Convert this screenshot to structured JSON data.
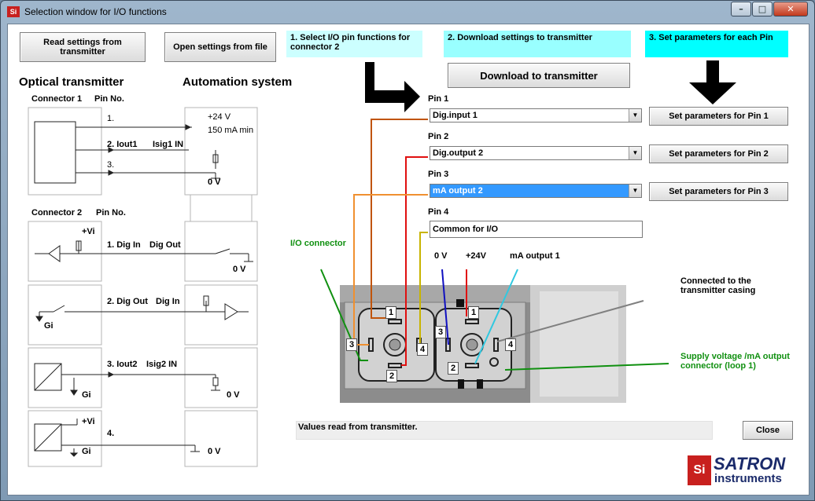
{
  "window": {
    "title": "Selection window for I/O functions",
    "icon_text": "Si"
  },
  "caption": {
    "minimize": "–",
    "maximize": "□",
    "close": "✕"
  },
  "buttons": {
    "read_settings": "Read settings from transmitter",
    "open_settings": "Open settings from file",
    "download": "Download to transmitter",
    "set_pin1": "Set parameters for Pin 1",
    "set_pin2": "Set parameters for Pin 2",
    "set_pin3": "Set parameters for Pin 3",
    "close": "Close"
  },
  "steps": {
    "step1": "1. Select I/O pin functions for connector 2",
    "step2": "2. Download settings to transmitter",
    "step3": "3. Set parameters for each Pin"
  },
  "step_colors": {
    "step1": "#ccffff",
    "step2": "#99ffff",
    "step3": "#00ffff"
  },
  "headings": {
    "optical": "Optical transmitter",
    "automation": "Automation system"
  },
  "pins": [
    {
      "label": "Pin 1",
      "value": "Dig.input 1"
    },
    {
      "label": "Pin 2",
      "value": "Dig.output 2"
    },
    {
      "label": "Pin 3",
      "value": "mA output 2"
    },
    {
      "label": "Pin 4",
      "value": "Common for I/O"
    }
  ],
  "wire_colors": {
    "pin1": "#c0540a",
    "pin2": "#e01010",
    "pin3": "#f09030",
    "pin4": "#c8b400",
    "zero": "#1010c0",
    "plus": "#e01010",
    "ma": "#30c8e0",
    "io": "#109010",
    "casing": "#808080"
  },
  "diagram": {
    "connector1": "Connector 1",
    "pin_no": "Pin No.",
    "connector2": "Connector 2",
    "c1": [
      "1.",
      "2. Iout1",
      "3."
    ],
    "isig1": "Isig1 IN",
    "plus24": "+24 V",
    "ma_min": "150 mA min",
    "zero_v": "0 V",
    "dig_in": "1. Dig In",
    "dig_out": "Dig Out",
    "dig_out2": "2. Dig Out",
    "dig_in2": "Dig In",
    "iout2": "3. Iout2",
    "isig2": "Isig2 IN",
    "pin4": "4.",
    "plus_vi": "+Vi",
    "gi": "Gi"
  },
  "connector_labels": {
    "io": "I/O connector",
    "zero": "0 V",
    "plus24": "+24V",
    "ma1": "mA output 1",
    "casing": "Connected to the transmitter casing",
    "supply": "Supply voltage /mA output connector (loop 1)"
  },
  "pin_numbers": [
    "1",
    "2",
    "3",
    "4"
  ],
  "status": "Values read from transmitter.",
  "logo": {
    "mark": "Si",
    "name": "SATRON",
    "sub": "instruments"
  }
}
